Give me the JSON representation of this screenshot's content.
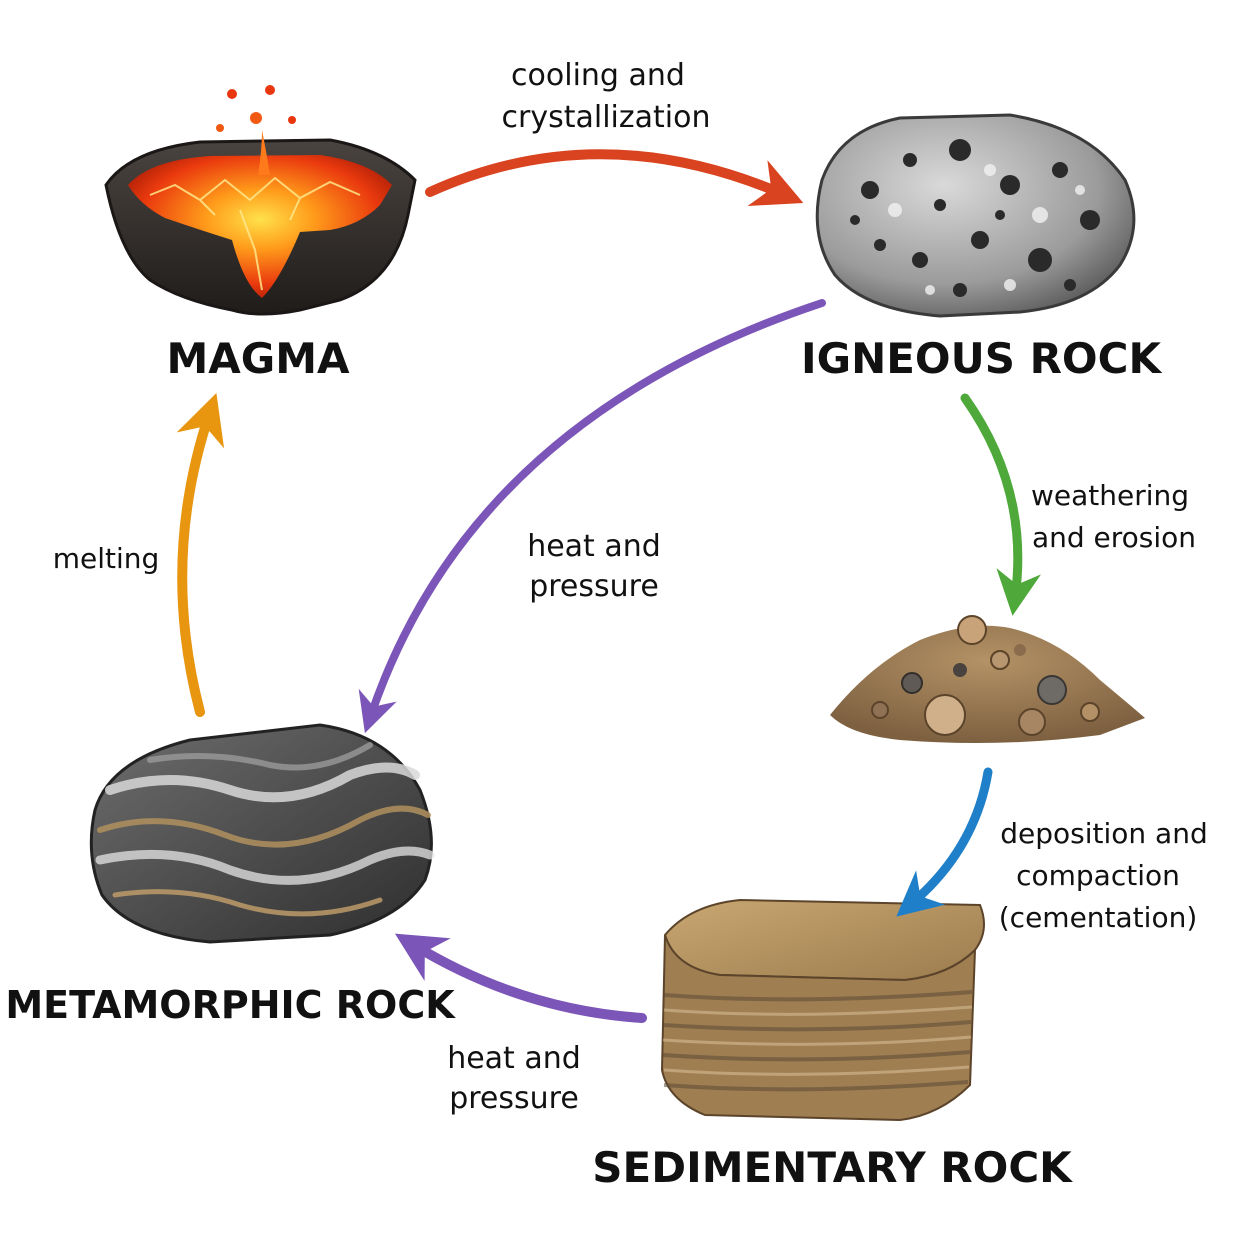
{
  "nodes": {
    "magma": "MAGMA",
    "igneous": "IGNEOUS ROCK",
    "sediment": "",
    "sedimentary": "SEDIMENTARY ROCK",
    "metamorphic": "METAMORPHIC ROCK"
  },
  "processes": {
    "cooling": {
      "line1": "cooling and",
      "line2": "crystallization"
    },
    "weathering": {
      "line1": "weathering",
      "line2": "and erosion"
    },
    "deposition": {
      "line1": "deposition and",
      "line2": "compaction",
      "line3": "(cementation)"
    },
    "heat_bottom": {
      "line1": "heat and",
      "line2": "pressure"
    },
    "heat_center": {
      "line1": "heat and",
      "line2": "pressure"
    },
    "melting": {
      "line1": "melting"
    }
  },
  "colors": {
    "cooling_arrow": "#d9431f",
    "weathering_arrow": "#4ea83a",
    "deposition_arrow": "#1f7fc9",
    "heat_arrow": "#7b55b8",
    "melting_arrow": "#e8950f",
    "text": "#111111"
  }
}
